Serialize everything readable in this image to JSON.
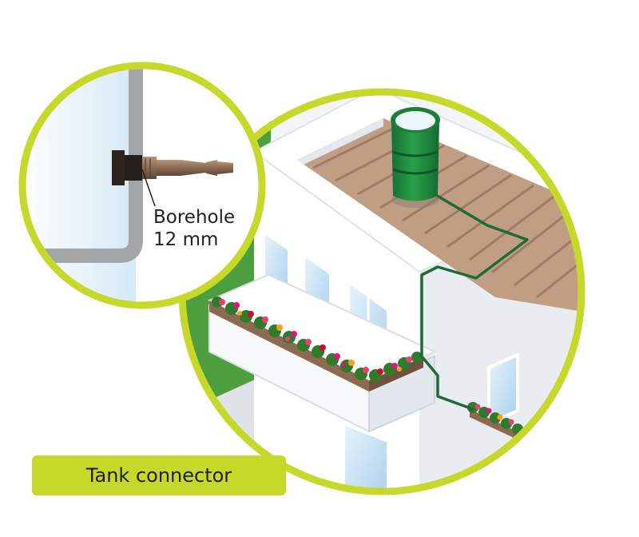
{
  "callout": {
    "line1": "Borehole",
    "line2": "12 mm"
  },
  "caption": {
    "label": "Tank connector"
  },
  "colors": {
    "accent_ring": "#c6d92b",
    "caption_background": "#c6d92b",
    "hose_green": "#1e6b35",
    "tank_green": "#1e8a3c",
    "deck_wood": "#bf9e83",
    "wall_white": "#ffffff",
    "wall_shadow": "#e4e8ee",
    "lawn_green": "#4c9e3e",
    "window_blue": "#c9e3f5",
    "pipe_grey": "#a3a6a9",
    "connector_brown": "#8a6a54",
    "flower_colors": [
      "#e83f6f",
      "#d6197a",
      "#f4a21c",
      "#c8102e"
    ]
  },
  "icons": [
    "water-tank-icon",
    "tank-connector-icon",
    "flower-box-icon",
    "drip-hose-icon"
  ]
}
